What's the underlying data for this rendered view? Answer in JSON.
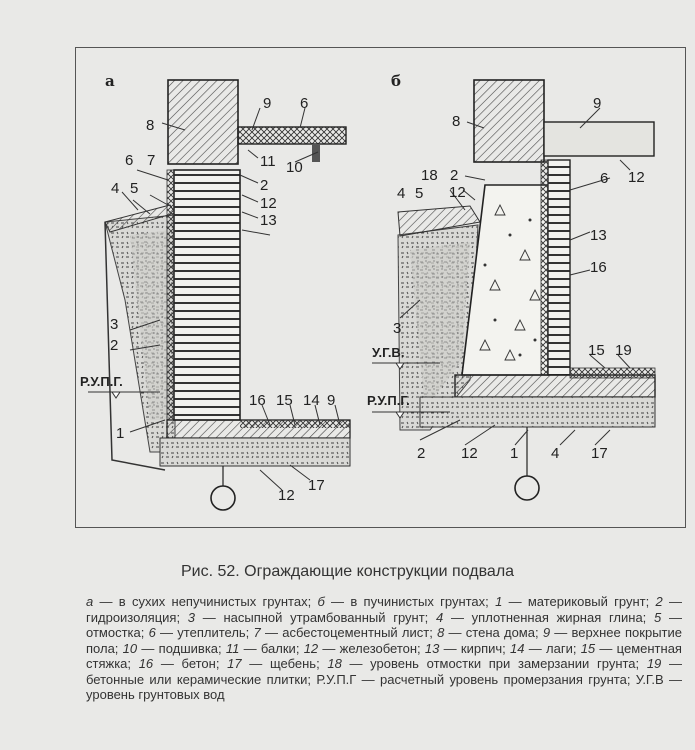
{
  "panels": {
    "a": "а",
    "b": "б"
  },
  "labels_a": {
    "n1": "1",
    "n2": "2",
    "n3": "3",
    "n4": "4",
    "n5": "5",
    "n6a": "6",
    "n7": "7",
    "n8": "8",
    "n9a": "9",
    "n6b": "6",
    "n11": "11",
    "n10": "10",
    "n2b": "2",
    "n12a": "12",
    "n13": "13",
    "n16": "16",
    "n15": "15",
    "n14": "14",
    "n9b": "9",
    "n12b": "12",
    "n17": "17",
    "rupg": "Р.У.П.Г."
  },
  "labels_b": {
    "n8": "8",
    "n9": "9",
    "n2": "2",
    "n18": "18",
    "n12a": "12",
    "n12b": "12",
    "n6": "6",
    "n4a": "4",
    "n5": "5",
    "n13": "13",
    "n16": "16",
    "n3": "3",
    "ugv": "У.Г.В.",
    "n15": "15",
    "n19": "19",
    "rupg": "Р.У.П.Г.",
    "n2b": "2",
    "n12c": "12",
    "n1": "1",
    "n4b": "4",
    "n17": "17"
  },
  "caption": "Рис. 52. Ограждающие конструкции подвала",
  "legend": [
    {
      "k": "а",
      "t": " — в сухих непучинистых грунтах; "
    },
    {
      "k": "б",
      "t": " — в пучинистых грунтах; "
    },
    {
      "k": "1",
      "t": " — материковый грунт; "
    },
    {
      "k": "2",
      "t": " — гидроизоляция; "
    },
    {
      "k": "3",
      "t": " — насыпной утрамбованный грунт; "
    },
    {
      "k": "4",
      "t": " — уплотненная жирная глина; "
    },
    {
      "k": "5",
      "t": " — отмостка; "
    },
    {
      "k": "6",
      "t": " — утеплитель; "
    },
    {
      "k": "7",
      "t": " — асбестоцементный лист; "
    },
    {
      "k": "8",
      "t": " — стена дома; "
    },
    {
      "k": "9",
      "t": " — верхнее покрытие пола; "
    },
    {
      "k": "10",
      "t": " — подшивка; "
    },
    {
      "k": "11",
      "t": " — балки; "
    },
    {
      "k": "12",
      "t": " — железобетон; "
    },
    {
      "k": "13",
      "t": " — кирпич; "
    },
    {
      "k": "14",
      "t": " — лаги; "
    },
    {
      "k": "15",
      "t": " — цементная стяжка; "
    },
    {
      "k": "16",
      "t": " — бетон; "
    },
    {
      "k": "17",
      "t": " — щебень; "
    },
    {
      "k": "18",
      "t": " — уровень отмостки при замерзании грунта; "
    },
    {
      "k": "19",
      "t": " — бетонные или керамические плитки; "
    },
    {
      "k": "",
      "t": "Р.У.П.Г — расчетный уровень промерзания грунта; У.Г.В — уровень грунтовых вод"
    }
  ]
}
